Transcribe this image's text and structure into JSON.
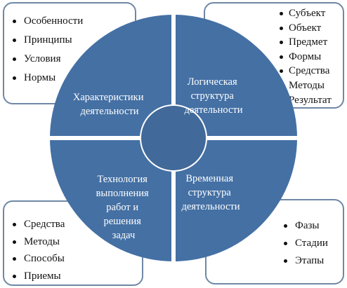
{
  "colors": {
    "quadrant": "#4470a4",
    "hub": "#41699a",
    "box_border": "#6f88a5",
    "separator": "#ffffff"
  },
  "quadrants": {
    "top_left": {
      "lines": [
        "Характеристики",
        "деятельности"
      ]
    },
    "top_right": {
      "lines": [
        "Логическая",
        "структура",
        "деятельности"
      ]
    },
    "bottom_left": {
      "lines": [
        "Технология",
        "выполнения",
        "работ и",
        "решения",
        "задач"
      ]
    },
    "bottom_right": {
      "lines": [
        "Временная",
        "структура",
        "деятельности"
      ]
    }
  },
  "lists": {
    "top_left": [
      "Особенности",
      "Принципы",
      "Условия",
      "Нормы"
    ],
    "top_right": [
      "Субъект",
      "Объект",
      "Предмет",
      "Формы",
      "Средства",
      "Методы",
      "Результат"
    ],
    "bottom_left": [
      "Средства",
      "Методы",
      "Способы",
      "Приемы"
    ],
    "bottom_right": [
      "Фазы",
      "Стадии",
      "Этапы"
    ]
  }
}
